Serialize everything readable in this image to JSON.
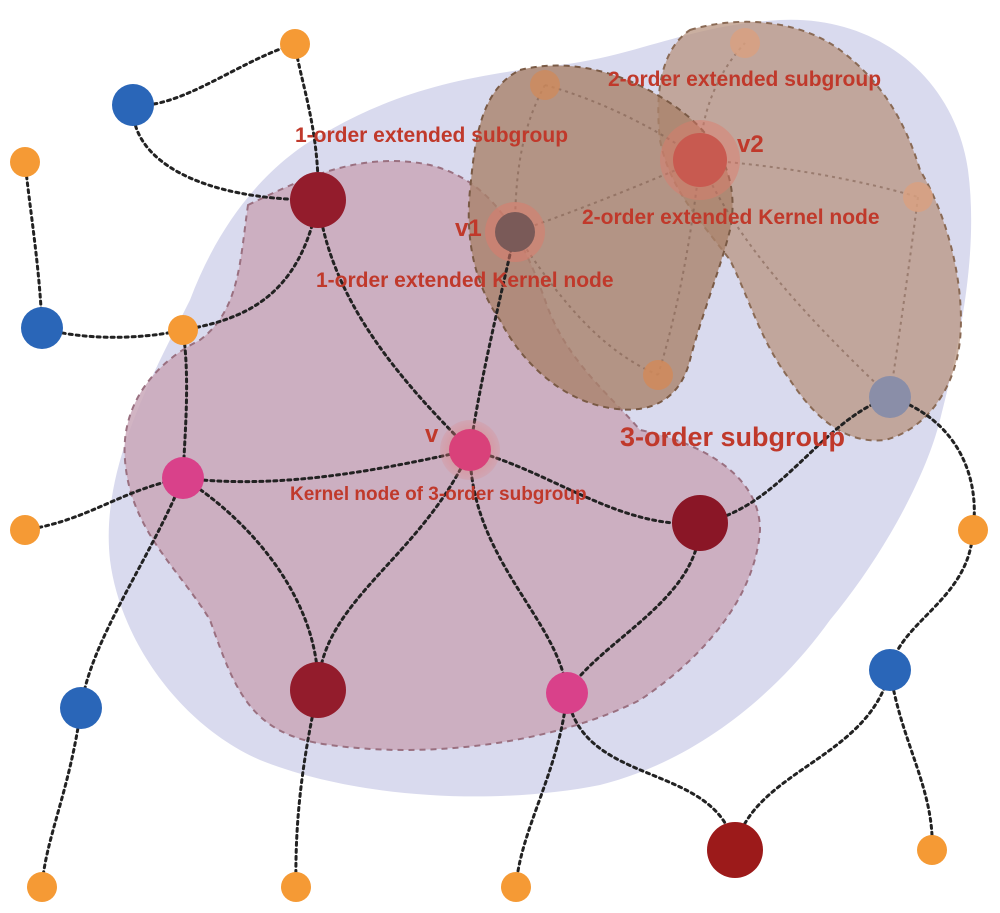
{
  "labels": {
    "second_subgroup": "2-order extended subgroup",
    "first_subgroup": "1-order extended subgroup",
    "v2": "v2",
    "v1": "v1",
    "second_kernel": "2-order extended Kernel node",
    "first_kernel": "1-order extended Kernel node",
    "third_subgroup": "3-order subgroup",
    "v": "v",
    "third_kernel": "Kernel node of 3-order subgroup"
  },
  "colors": {
    "orange_node": "#f59a35",
    "blue_node": "#2a66b8",
    "dark_red_node": "#931c2c",
    "pink_node": "#d9418a",
    "label_red": "#c0392b",
    "outer_region": "#d8d9ec",
    "pink_region": "#c9a7b6",
    "brown_region": "#a9826a"
  },
  "node_types": [
    "orange",
    "blue",
    "dark-red",
    "pink",
    "kernel"
  ]
}
